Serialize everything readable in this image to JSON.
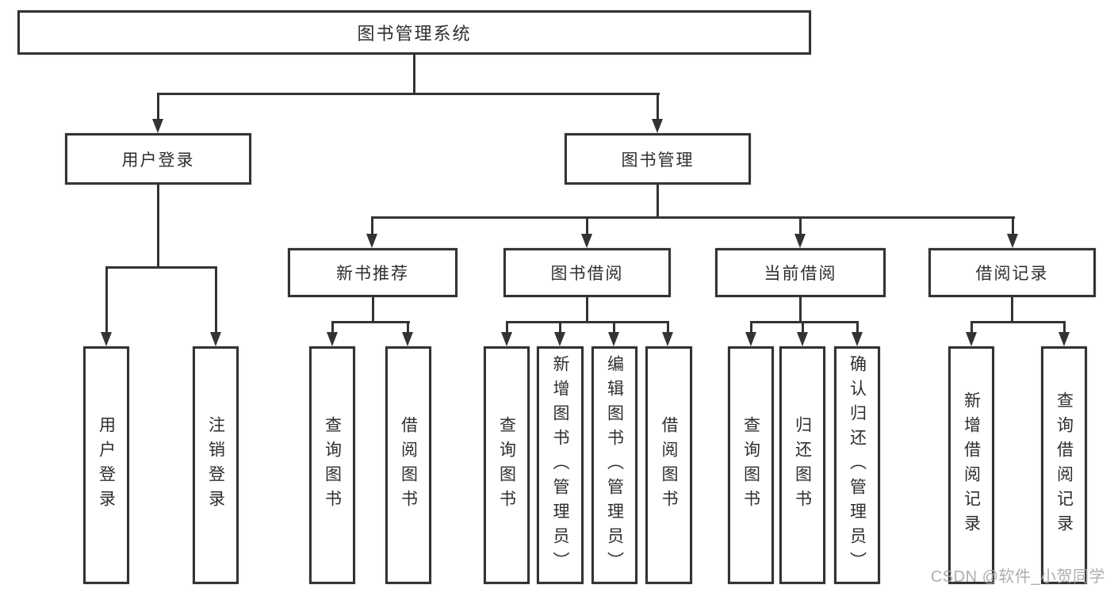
{
  "colors": {
    "line": "#333333",
    "text": "#2e2e2e",
    "watermark": "#a6a6a6",
    "background": "#ffffff"
  },
  "diagram_type": "hierarchy-tree",
  "tree": {
    "root": {
      "label": "图书管理系统"
    },
    "children": [
      {
        "label": "用户登录",
        "leaves": [
          {
            "label": "用户登录"
          },
          {
            "label": "注销登录"
          }
        ]
      },
      {
        "label": "图书管理",
        "groups": [
          {
            "label": "新书推荐",
            "leaves": [
              {
                "label": "查询图书"
              },
              {
                "label": "借阅图书"
              }
            ]
          },
          {
            "label": "图书借阅",
            "leaves": [
              {
                "label": "查询图书"
              },
              {
                "label": "新增图书（管理员）"
              },
              {
                "label": "编辑图书（管理员）"
              },
              {
                "label": "借阅图书"
              }
            ]
          },
          {
            "label": "当前借阅",
            "leaves": [
              {
                "label": "查询图书"
              },
              {
                "label": "归还图书"
              },
              {
                "label": "确认归还（管理员）"
              }
            ]
          },
          {
            "label": "借阅记录",
            "leaves": [
              {
                "label": "新增借阅记录"
              },
              {
                "label": "查询借阅记录"
              }
            ]
          }
        ]
      }
    ]
  },
  "watermark": {
    "text": "CSDN @软件_小贺同学"
  }
}
